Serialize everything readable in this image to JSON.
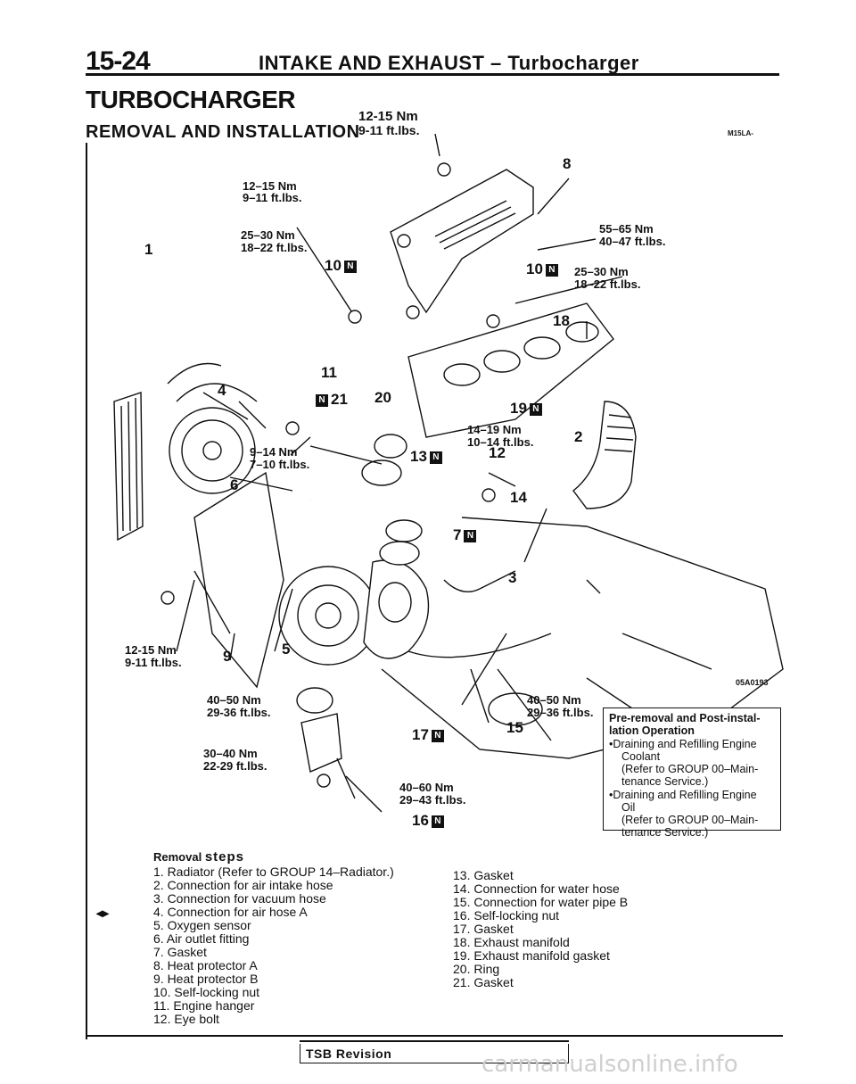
{
  "header": {
    "page_number": "15-24",
    "title": "INTAKE AND EXHAUST – Turbocharger"
  },
  "section": {
    "title": "TURBOCHARGER",
    "subtitle": "REMOVAL AND INSTALLATION",
    "code": "M15LA-"
  },
  "figure": {
    "code": "05A0193",
    "torques": {
      "t_top_nm": "12-15 Nm",
      "t_top_ft": "9-11 ft.lbs.",
      "t_a_nm": "12–15 Nm",
      "t_a_ft": "9–11 ft.lbs.",
      "t_b_nm": "25–30 Nm",
      "t_b_ft": "18–22 ft.lbs.",
      "t_c_nm": "55–65 Nm",
      "t_c_ft": "40–47 ft.lbs.",
      "t_d_nm": "25–30 Nm",
      "t_d_ft": "18–22 ft.lbs.",
      "t_e_nm": "14–19 Nm",
      "t_e_ft": "10–14 ft.lbs.",
      "t_f_nm": "9–14 Nm",
      "t_f_ft": "7–10 ft.lbs.",
      "t_g_nm": "12-15 Nm",
      "t_g_ft": "9-11 ft.lbs.",
      "t_h_nm": "40–50 Nm",
      "t_h_ft": "29-36 ft.lbs.",
      "t_i_nm": "40–50 Nm",
      "t_i_ft": "29–36 ft.lbs.",
      "t_j_nm": "30–40 Nm",
      "t_j_ft": "22-29 ft.lbs.",
      "t_k_nm": "40–60 Nm",
      "t_k_ft": "29–43 ft.lbs."
    },
    "callouts": {
      "c1": "1",
      "c2": "2",
      "c3": "3",
      "c4": "4",
      "c5": "5",
      "c6": "6",
      "c7": "7",
      "c8": "8",
      "c9": "9",
      "c10a": "10",
      "c10b": "10",
      "c11": "11",
      "c12": "12",
      "c13": "13",
      "c14": "14",
      "c15": "15",
      "c16": "16",
      "c17": "17",
      "c18": "18",
      "c19": "19",
      "c20": "20",
      "c21": "21",
      "n_mark": "N"
    }
  },
  "note": {
    "heading": "Pre-removal and Post-instal-lation Operation",
    "item1": "•Draining and Refilling Engine",
    "item1b": "Coolant",
    "item1c": "(Refer to GROUP 00–Main-",
    "item1d": "tenance Service.)",
    "item2": "•Draining and Refilling Engine",
    "item2b": "Oil",
    "item2c": "(Refer to GROUP 00–Main-",
    "item2d": "tenance Service.)"
  },
  "removal": {
    "heading_prefix": "Removal",
    "heading": "steps",
    "marker": "◂▸",
    "steps_left": [
      "1. Radiator (Refer to GROUP 14–Radiator.)",
      "2. Connection for air intake hose",
      "3. Connection for vacuum hose",
      "4. Connection for air hose A",
      "5. Oxygen sensor",
      "6. Air outlet fitting",
      "7. Gasket",
      "8. Heat protector A",
      "9. Heat protector B",
      "10. Self-locking nut",
      "11. Engine hanger",
      "12. Eye bolt"
    ],
    "steps_right": [
      "13. Gasket",
      "14. Connection for water hose",
      "15. Connection for water pipe B",
      "16. Self-locking nut",
      "17. Gasket",
      "18. Exhaust manifold",
      "19. Exhaust manifold gasket",
      "20. Ring",
      "21. Gasket"
    ]
  },
  "footer": {
    "tsb": "TSB Revision",
    "watermark": "carmanualsonline.info"
  }
}
